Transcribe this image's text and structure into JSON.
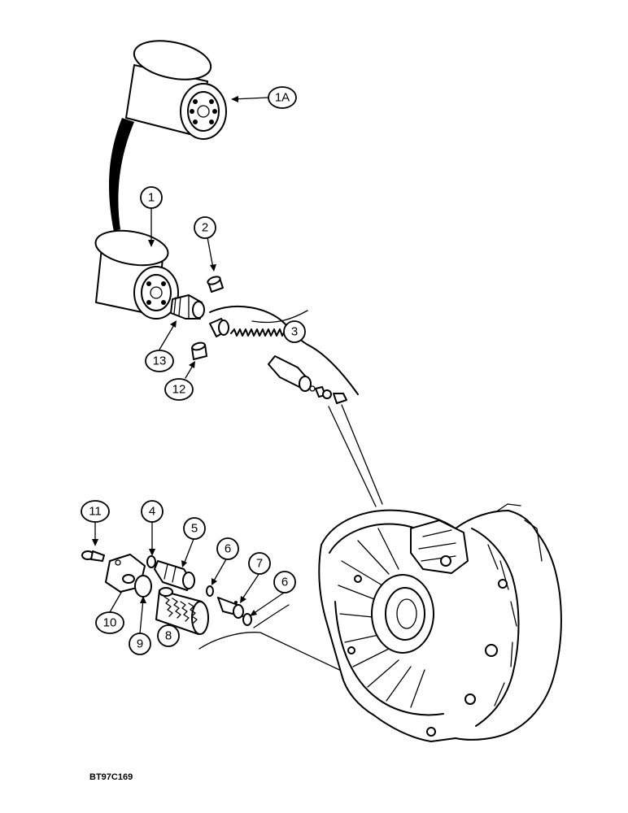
{
  "figure_id": "BT97C169",
  "callouts": {
    "c1a": "1A",
    "c1": "1",
    "c2": "2",
    "c3": "3",
    "c4": "4",
    "c5": "5",
    "c6a": "6",
    "c6b": "6",
    "c7": "7",
    "c8": "8",
    "c9": "9",
    "c10": "10",
    "c11": "11",
    "c12": "12",
    "c13": "13"
  }
}
